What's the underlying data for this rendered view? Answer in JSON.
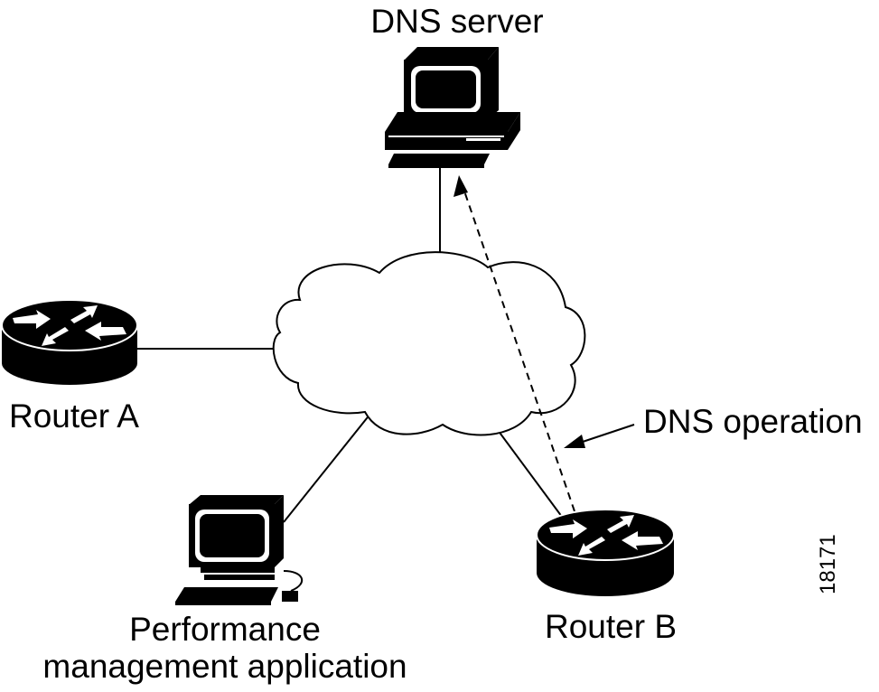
{
  "labels": {
    "dns_server": "DNS server",
    "router_a": "Router A",
    "router_b": "Router B",
    "dns_operation": "DNS operation",
    "performance_app_line1": "Performance",
    "performance_app_line2": "management application",
    "figure_id": "18171"
  },
  "colors": {
    "ink": "#000000",
    "background": "#ffffff"
  },
  "icons": {
    "dns_server": "desktop-computer-icon",
    "performance_app": "workstation-computer-icon",
    "router_a": "router-icon",
    "router_b": "router-icon",
    "network": "cloud-icon"
  }
}
